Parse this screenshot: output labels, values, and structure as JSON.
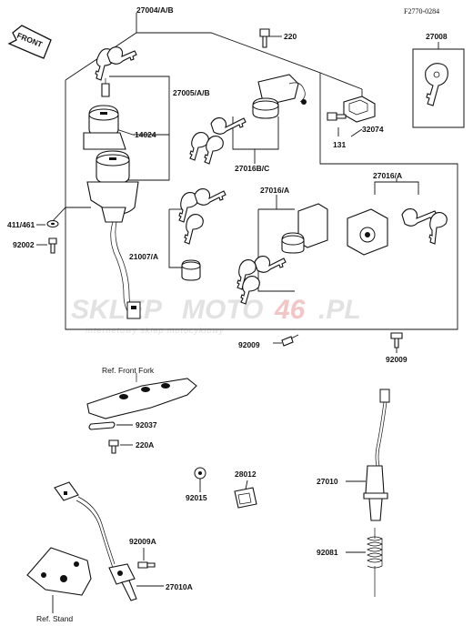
{
  "header": {
    "figure_code": "F2770-0284",
    "front_label": "FRONT"
  },
  "watermark": {
    "part1": "SKLEP",
    "part2": "MOTO",
    "part3": "46",
    "part4": ".PL",
    "subtitle": "internetowy sklep motocyklowy"
  },
  "labels": {
    "p27004": "27004/A/B",
    "p220": "220",
    "p27008": "27008",
    "p27005": "27005/A/B",
    "p14024": "14024",
    "p131": "131",
    "p32074": "32074",
    "p27016bc": "27016B/C",
    "p27016a_mid": "27016/A",
    "p27016a_right": "27016/A",
    "p411": "411/461",
    "p92002": "92002",
    "p21007": "21007/A",
    "p92009_mid": "92009",
    "p92009_right": "92009",
    "ref_front_fork": "Ref. Front Fork",
    "p92037": "92037",
    "p220a": "220A",
    "p28012": "28012",
    "p92015": "92015",
    "p27010": "27010",
    "p92009a": "92009A",
    "p92081": "92081",
    "p27010a": "27010A",
    "ref_stand": "Ref. Stand"
  },
  "icons": {
    "front_arrow": "front-arrow-icon",
    "key": "key-icon",
    "bolt": "bolt-icon"
  }
}
